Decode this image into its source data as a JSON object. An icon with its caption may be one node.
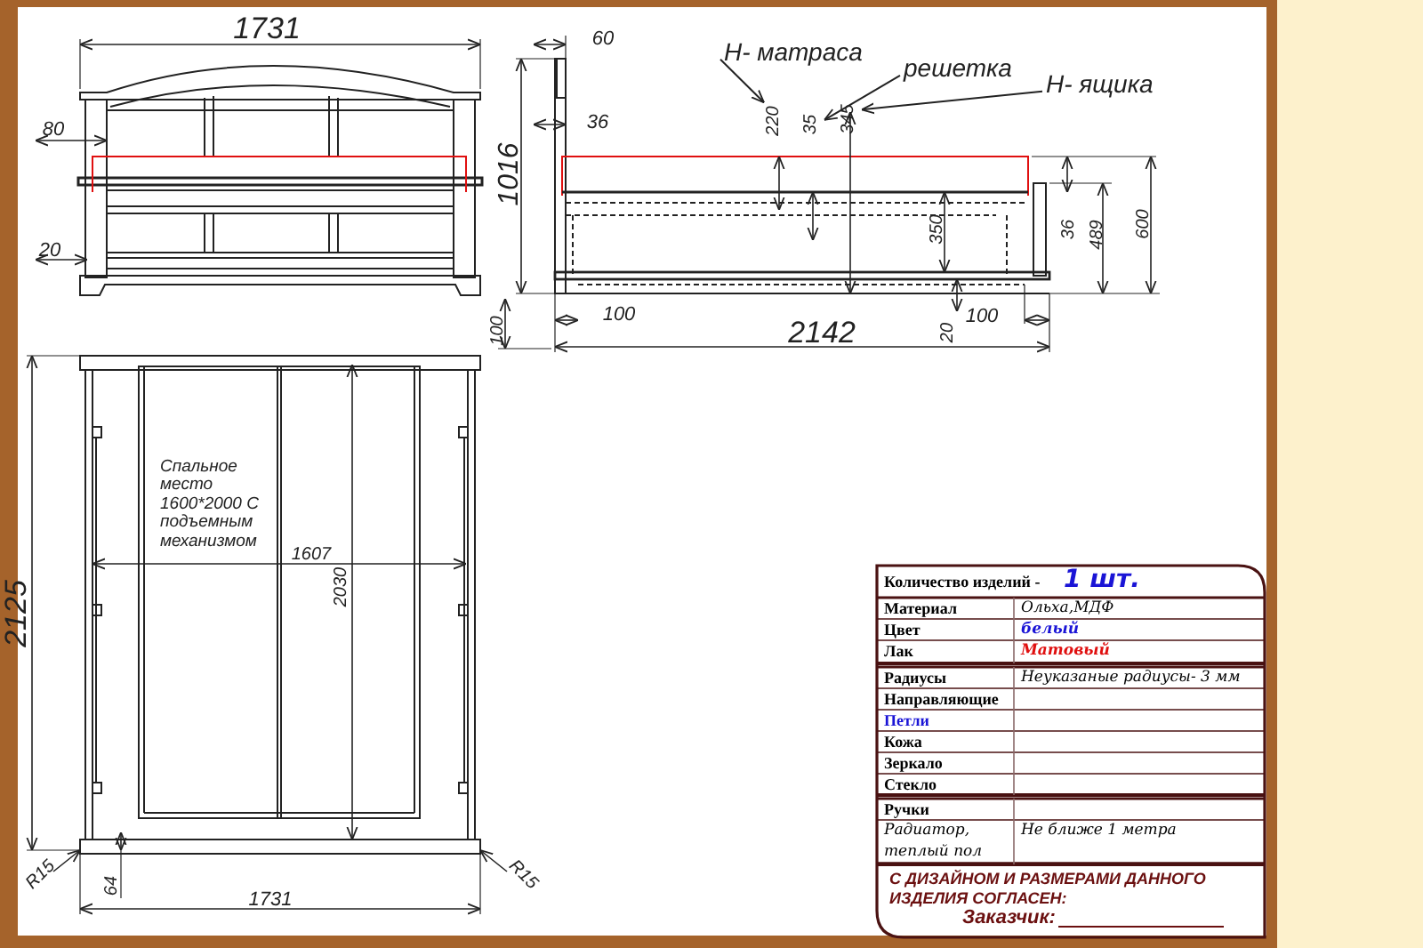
{
  "diagram": {
    "nodes": [
      {
        "text": [
          "Н- матраса"
        ]
      },
      {
        "text": [
          "решетка"
        ]
      },
      {
        "text": [
          "Н- ящика"
        ]
      },
      {
        "text": [
          "220"
        ]
      },
      {
        "text": [
          "35"
        ]
      },
      {
        "text": [
          "345"
        ]
      }
    ],
    "edges": [
      {
        "from": 0,
        "to": 3,
        "arrow": "to"
      },
      {
        "from": 1,
        "to": 4,
        "arrow": "to"
      },
      {
        "from": 2,
        "to": 5,
        "arrow": "to"
      }
    ],
    "labels": [
      "1731",
      "80",
      "1016",
      "20",
      "100",
      "60",
      "36",
      "350",
      "36",
      "489",
      "600",
      "100",
      "2142",
      "20",
      "100",
      "2125",
      "Спальное место 1600*2000 С подъемным механизмом",
      "1607",
      "2030",
      "R15",
      "64",
      "R15",
      "1731",
      "Количество изделий -",
      "1 шт.",
      "Материал",
      "Ольха,МДФ",
      "Цвет",
      "белый",
      "Лак",
      "Матовый",
      "Радиусы",
      "Неуказаные радиусы- 3 мм",
      "Направляющие",
      "Петли",
      "Кожа",
      "Зеркало",
      "Стекло",
      "Ручки",
      "Радиатор, теплый пол",
      "Не ближе 1 метра",
      "С ДИЗАЙНОМ И РАЗМЕРАМИ ДАННОГО ИЗДЕЛИЯ СОГЛАСЕН:",
      "Заказчик:"
    ]
  }
}
